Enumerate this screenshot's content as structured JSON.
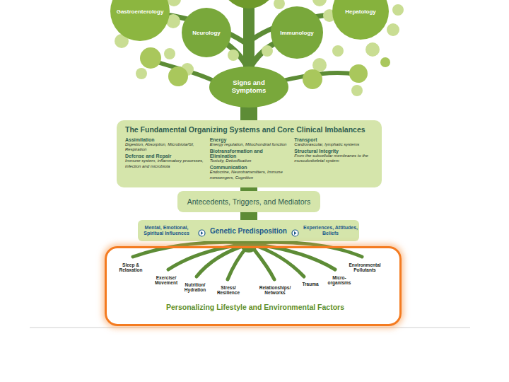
{
  "diagram": {
    "nodes": [
      {
        "text": [
          "Gastroenterology"
        ]
      },
      {
        "text": [
          "Neurology"
        ]
      },
      {
        "text": [
          "Immunology"
        ]
      },
      {
        "text": [
          "Hepatology"
        ]
      },
      {
        "text": [
          "Signs and Symptoms"
        ]
      },
      {
        "text": [
          "The Fundamental Organizing Systems and Core Clinical Imbalances",
          "Assimilation",
          "Digestion, Absorption, Microbiota/GI, Respiration",
          "Defense and Repair",
          "Immune system, inflammatory processes, infection and microbiota",
          "Energy",
          "Energy regulation, Mitochondrial function",
          "Biotransformation and Elimination",
          "Toxicity, Detoxification",
          "Communication",
          "Endocrine, Neurotransmitters, Immune messengers, Cognition",
          "Transport",
          "Cardiovascular, lymphatic systems",
          "Structural Integrity",
          "From the subcellular membranes to the musculoskeletal system"
        ]
      },
      {
        "text": [
          "Antecedents, Triggers, and Mediators"
        ]
      },
      {
        "text": [
          "Mental, Emotional, Spiritual Influences",
          "Genetic Predisposition",
          "Experiences, Attitudes, Beliefs"
        ]
      },
      {
        "text": [
          "Sleep & Relaxation",
          "Exercise/ Movement",
          "Nutrition/ Hydration",
          "Stress/ Resilience",
          "Relationships/ Networks",
          "Trauma",
          "Micro-organisms",
          "Environmental Pollutants",
          "Personalizing Lifestyle and Environmental Factors"
        ]
      }
    ]
  }
}
